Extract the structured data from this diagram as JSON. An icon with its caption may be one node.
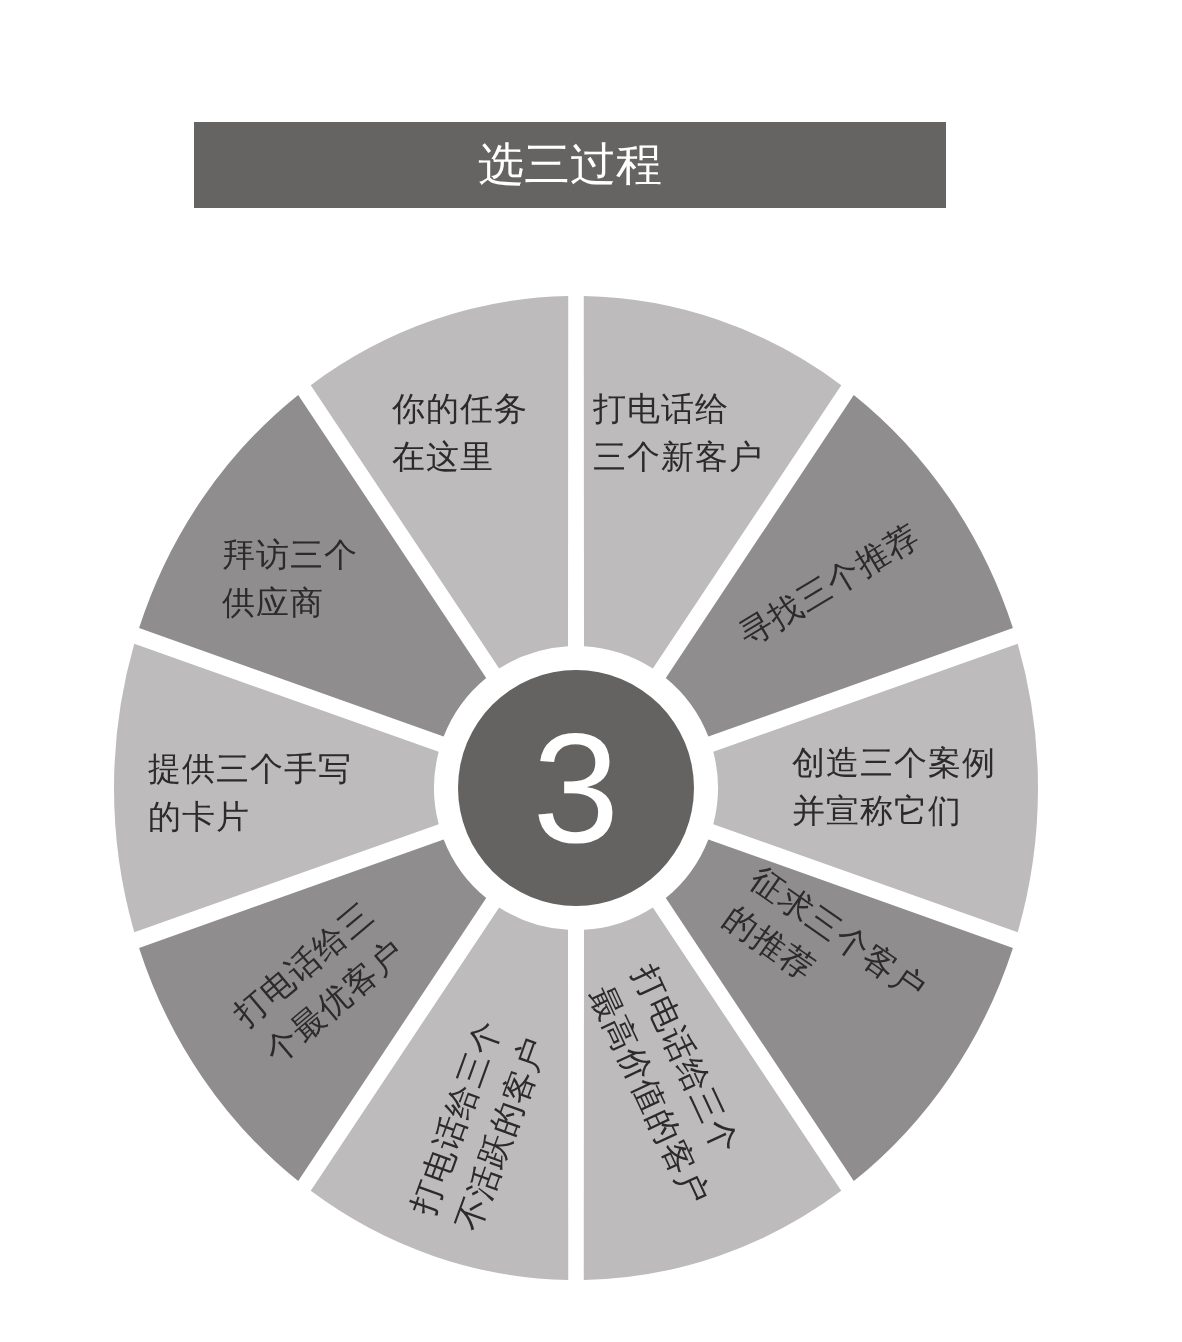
{
  "diagram": {
    "title": "选三过程",
    "nodes": [
      {
        "text": [
          "打电话给三个新客户"
        ]
      },
      {
        "text": [
          "寻找三个推荐"
        ]
      },
      {
        "text": [
          "创造三个案例并宣称它们"
        ]
      },
      {
        "text": [
          "征求三个客户的推荐"
        ]
      },
      {
        "text": [
          "打电话给三个最高价值的客户"
        ]
      },
      {
        "text": [
          "打电话给三个不活跃的客户"
        ]
      },
      {
        "text": [
          "打电话给三个最优客户"
        ]
      },
      {
        "text": [
          "提供三个手写的卡片"
        ]
      },
      {
        "text": [
          "拜访三个供应商"
        ]
      },
      {
        "text": [
          "你的任务在这里"
        ]
      },
      {
        "text": [
          "3"
        ]
      }
    ]
  }
}
